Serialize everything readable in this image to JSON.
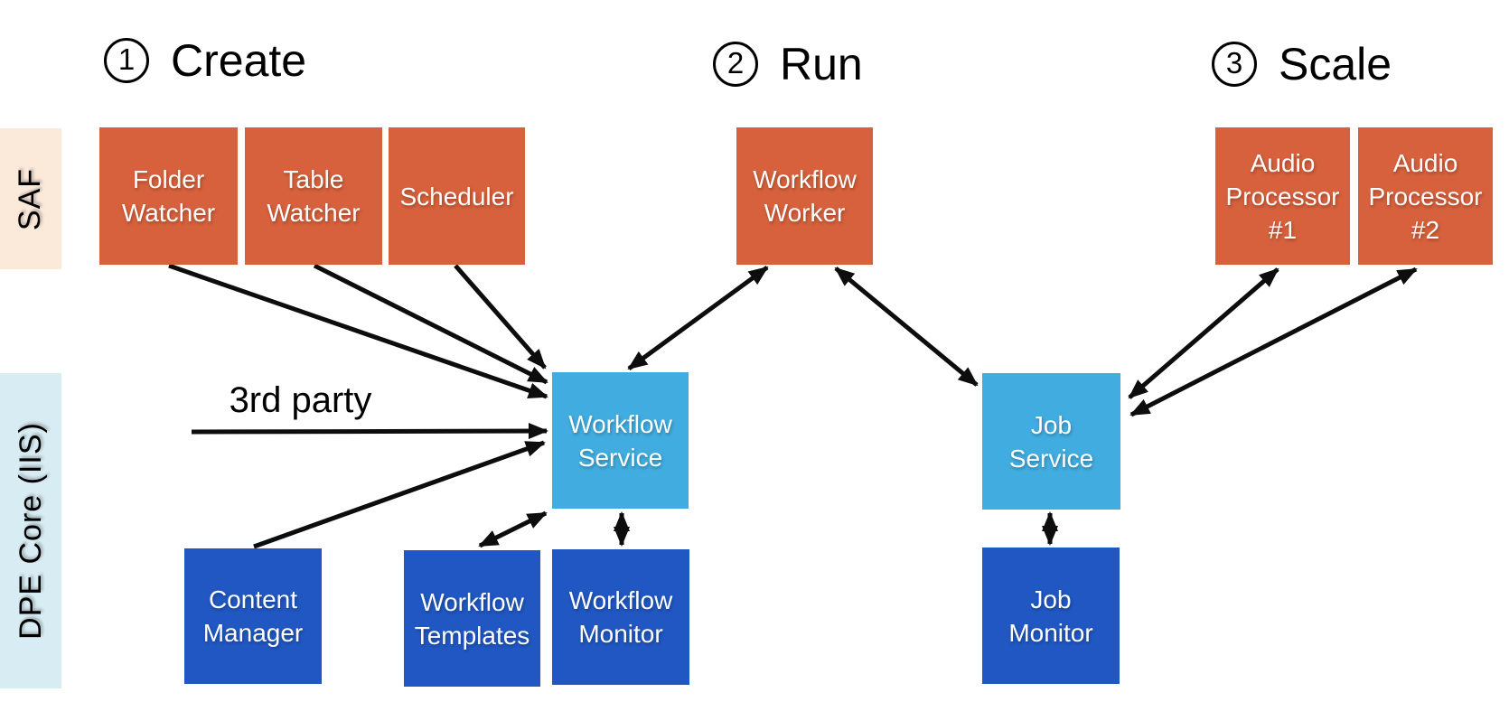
{
  "headings": [
    {
      "number": "1",
      "label": "Create"
    },
    {
      "number": "2",
      "label": "Run"
    },
    {
      "number": "3",
      "label": "Scale"
    }
  ],
  "lanes": [
    {
      "label": "SAF"
    },
    {
      "label": "DPE Core (IIS)"
    }
  ],
  "nodes": {
    "folder_watcher": {
      "label": "Folder Watcher"
    },
    "table_watcher": {
      "label": "Table Watcher"
    },
    "scheduler": {
      "label": "Scheduler"
    },
    "workflow_worker": {
      "label": "Workflow Worker"
    },
    "audio_processor_1": {
      "label": "Audio Processor #1"
    },
    "audio_processor_2": {
      "label": "Audio Processor #2"
    },
    "workflow_service": {
      "label": "Workflow Service"
    },
    "job_service": {
      "label": "Job Service"
    },
    "content_manager": {
      "label": "Content Manager"
    },
    "workflow_templates": {
      "label": "Workflow Templates"
    },
    "workflow_monitor": {
      "label": "Workflow Monitor"
    },
    "job_monitor": {
      "label": "Job Monitor"
    }
  },
  "annotations": {
    "third_party_label": "3rd party"
  },
  "connections": [
    {
      "from": "Folder Watcher",
      "to": "Workflow Service",
      "bidirectional": false
    },
    {
      "from": "Table Watcher",
      "to": "Workflow Service",
      "bidirectional": false
    },
    {
      "from": "Scheduler",
      "to": "Workflow Service",
      "bidirectional": false
    },
    {
      "from": "3rd party",
      "to": "Workflow Service",
      "bidirectional": false
    },
    {
      "from": "Content Manager",
      "to": "Workflow Service",
      "bidirectional": false
    },
    {
      "from": "Workflow Service",
      "to": "Workflow Worker",
      "bidirectional": true
    },
    {
      "from": "Workflow Worker",
      "to": "Job Service",
      "bidirectional": true
    },
    {
      "from": "Job Service",
      "to": "Audio Processor #1",
      "bidirectional": true
    },
    {
      "from": "Job Service",
      "to": "Audio Processor #2",
      "bidirectional": true
    },
    {
      "from": "Workflow Service",
      "to": "Workflow Templates",
      "bidirectional": true
    },
    {
      "from": "Workflow Service",
      "to": "Workflow Monitor",
      "bidirectional": true
    },
    {
      "from": "Job Service",
      "to": "Job Monitor",
      "bidirectional": true
    }
  ],
  "colors": {
    "orange": "#D6613C",
    "light_blue": "#41ACDF",
    "dark_blue": "#2157C2",
    "saf_band": "#FBE9DA",
    "dpe_band": "#D8ECF4",
    "arrow": "#0D0D0D"
  }
}
